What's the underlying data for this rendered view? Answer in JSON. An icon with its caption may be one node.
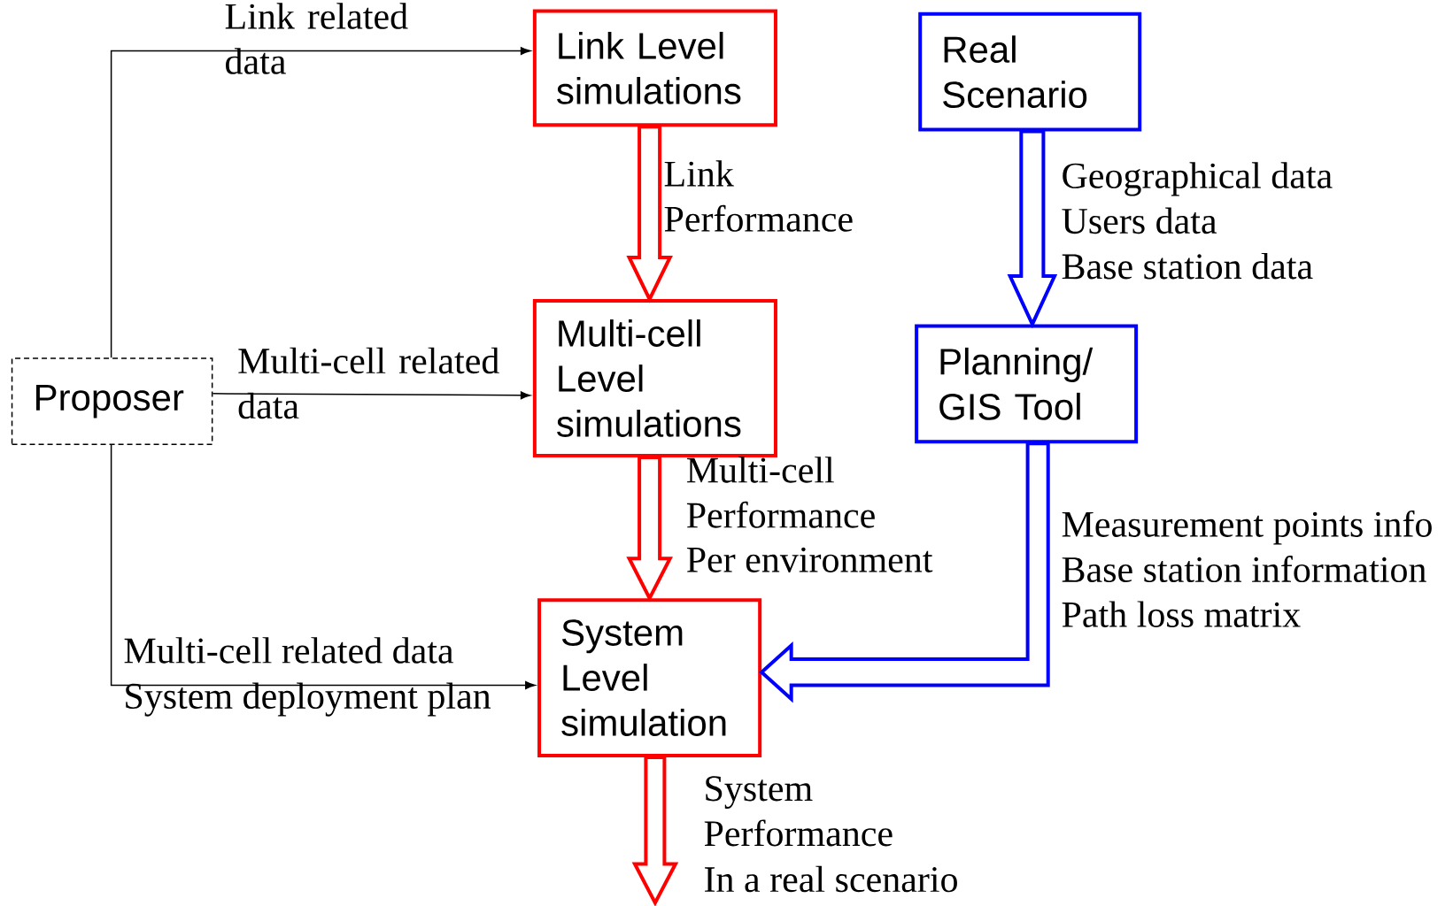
{
  "diagram": {
    "nodes": [
      {
        "text": [
          "Link Level simulations"
        ]
      },
      {
        "text": [
          "Real Scenario"
        ]
      },
      {
        "text": [
          "Proposer"
        ]
      },
      {
        "text": [
          "Multi-cell Level simulations"
        ]
      },
      {
        "text": [
          "Planning/ GIS Tool"
        ]
      },
      {
        "text": [
          "System Level simulation"
        ]
      }
    ],
    "edges": [
      {
        "from": 2,
        "to": 0,
        "arrow": "to",
        "label": "Link related data"
      },
      {
        "from": 2,
        "to": 3,
        "arrow": "to",
        "label": "Multi-cell related data"
      },
      {
        "from": 2,
        "to": 5,
        "arrow": "to",
        "label": "Multi-cell related data"
      },
      {
        "from": 0,
        "to": 3,
        "arrow": "to",
        "style": "thick",
        "color": "#ff0000",
        "label": "Link Performance"
      },
      {
        "from": 1,
        "to": 4,
        "arrow": "to",
        "style": "thick",
        "color": "#0000ff",
        "label": "Geographical data"
      },
      {
        "from": 3,
        "to": 5,
        "arrow": "to",
        "style": "thick",
        "color": "#ff0000",
        "label": "Multi-cell Performance"
      },
      {
        "from": 4,
        "to": 5,
        "arrow": "to",
        "style": "thick",
        "color": "#0000ff",
        "label": "Measurement points info"
      },
      {
        "from": 5,
        "to": null,
        "arrow": "to",
        "style": "thick",
        "color": "#ff0000",
        "label": "System Performance"
      }
    ],
    "labels": [
      "Users data",
      "Base station data",
      "Per environment",
      "Base station information",
      "Path loss matrix",
      "System deployment plan",
      "In a real scenario"
    ]
  }
}
